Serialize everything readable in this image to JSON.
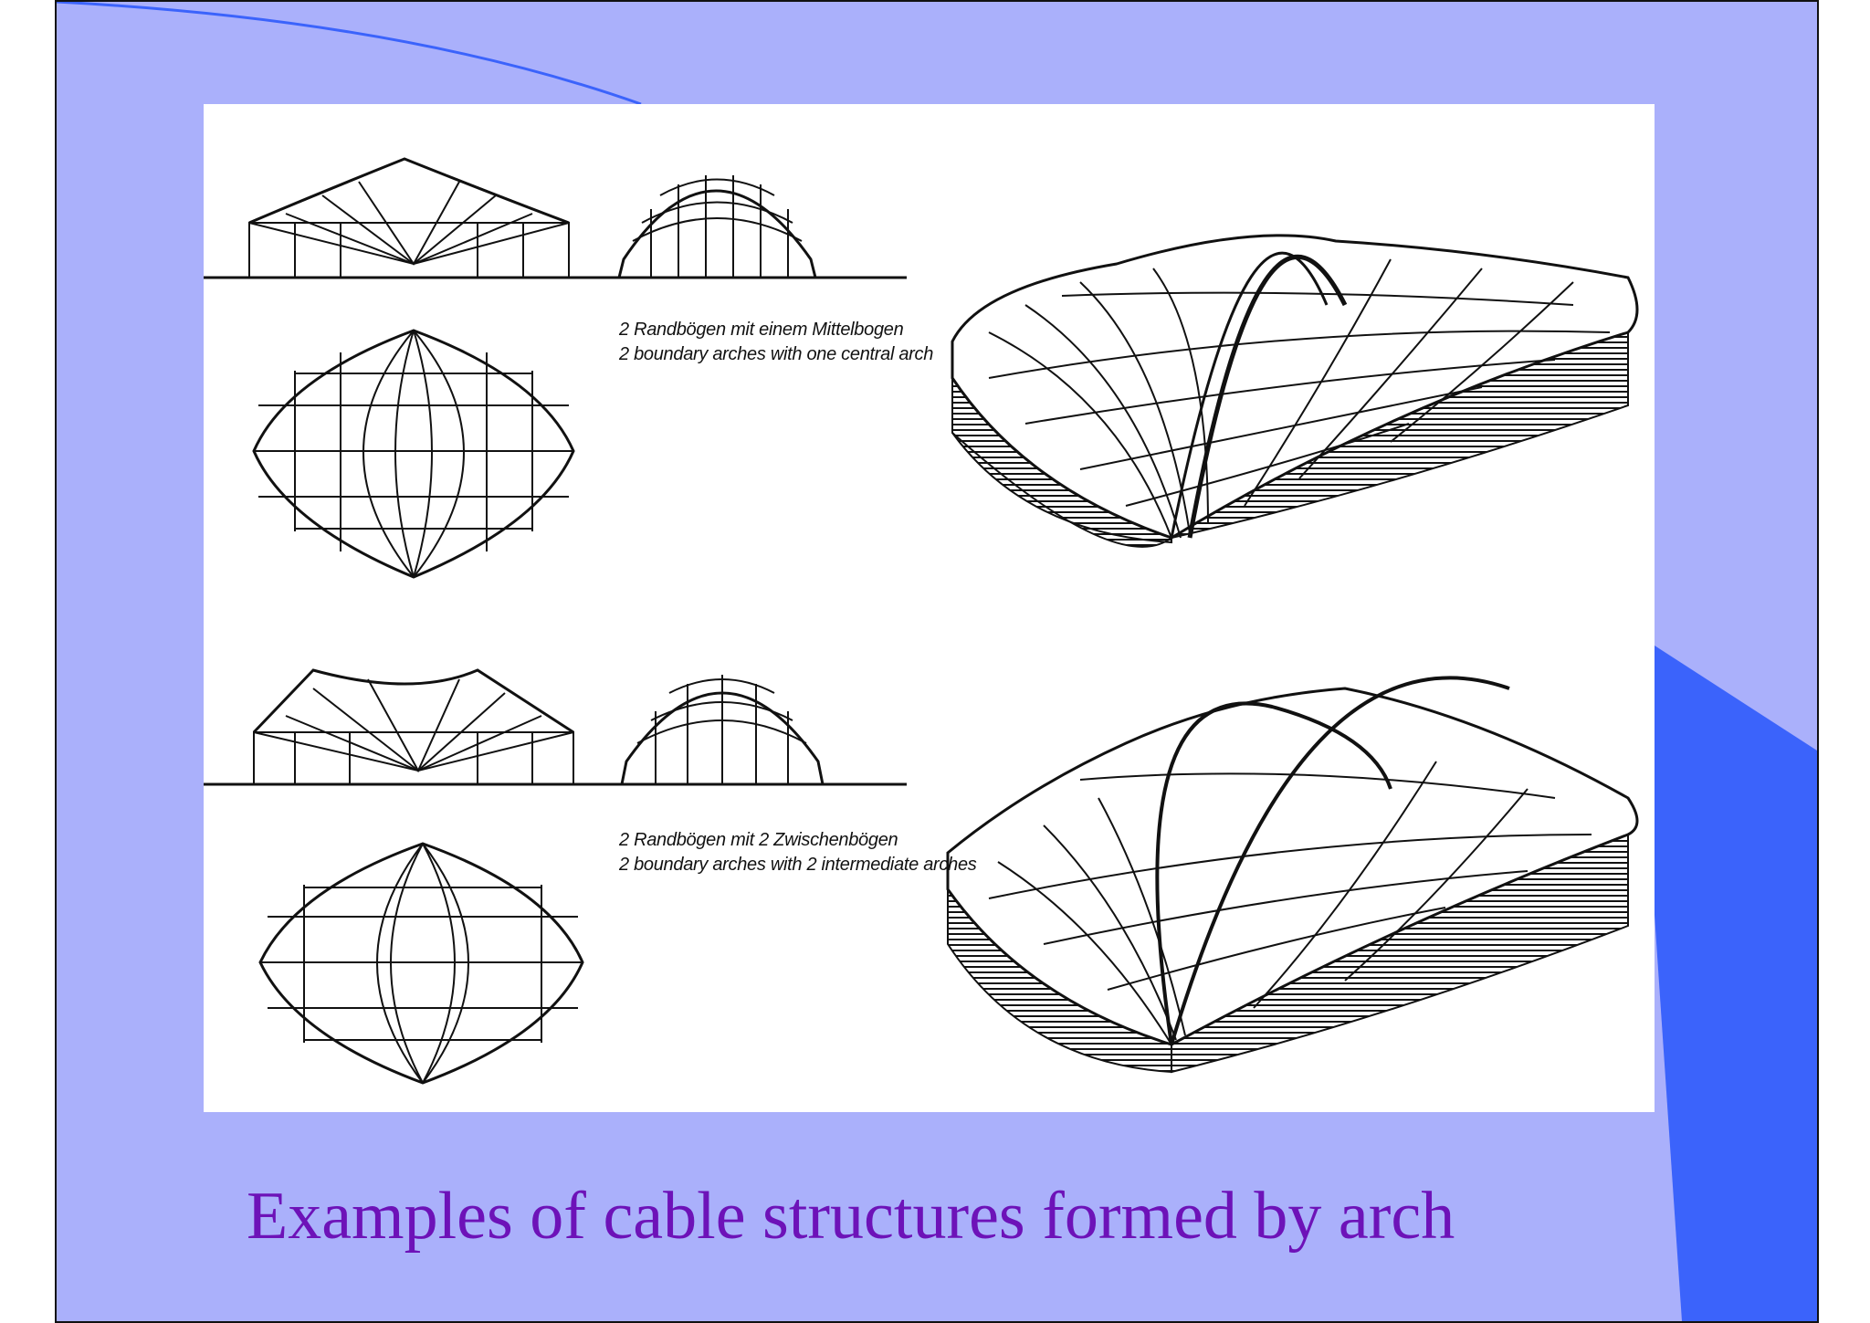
{
  "slide": {
    "caption": "Examples of cable structures formed by arch",
    "colors": {
      "background": "#aab0fb",
      "accent": "#3b63fb",
      "caption": "#6d12b8"
    }
  },
  "figure": {
    "top_label": {
      "german": "2 Randbögen mit einem Mittelbogen",
      "english": "2 boundary arches with one central arch"
    },
    "bottom_label": {
      "german": "2 Randbögen mit 2 Zwischenbögen",
      "english": "2 boundary arches with 2 intermediate arches"
    }
  }
}
